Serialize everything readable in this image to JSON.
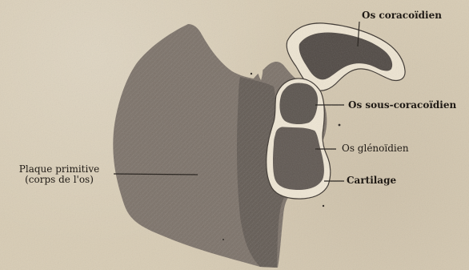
{
  "labels": {
    "os_coracoidien": "Os coracoïdien",
    "os_sous_coracoidien": "Os sous-coracoïdien",
    "os_glenoidien": "Os glénoïdien",
    "cartilage": "Cartilage",
    "plaque_primitive_line1": "Plaque primitive",
    "plaque_primitive_line2": "(corps de l'os)"
  }
}
